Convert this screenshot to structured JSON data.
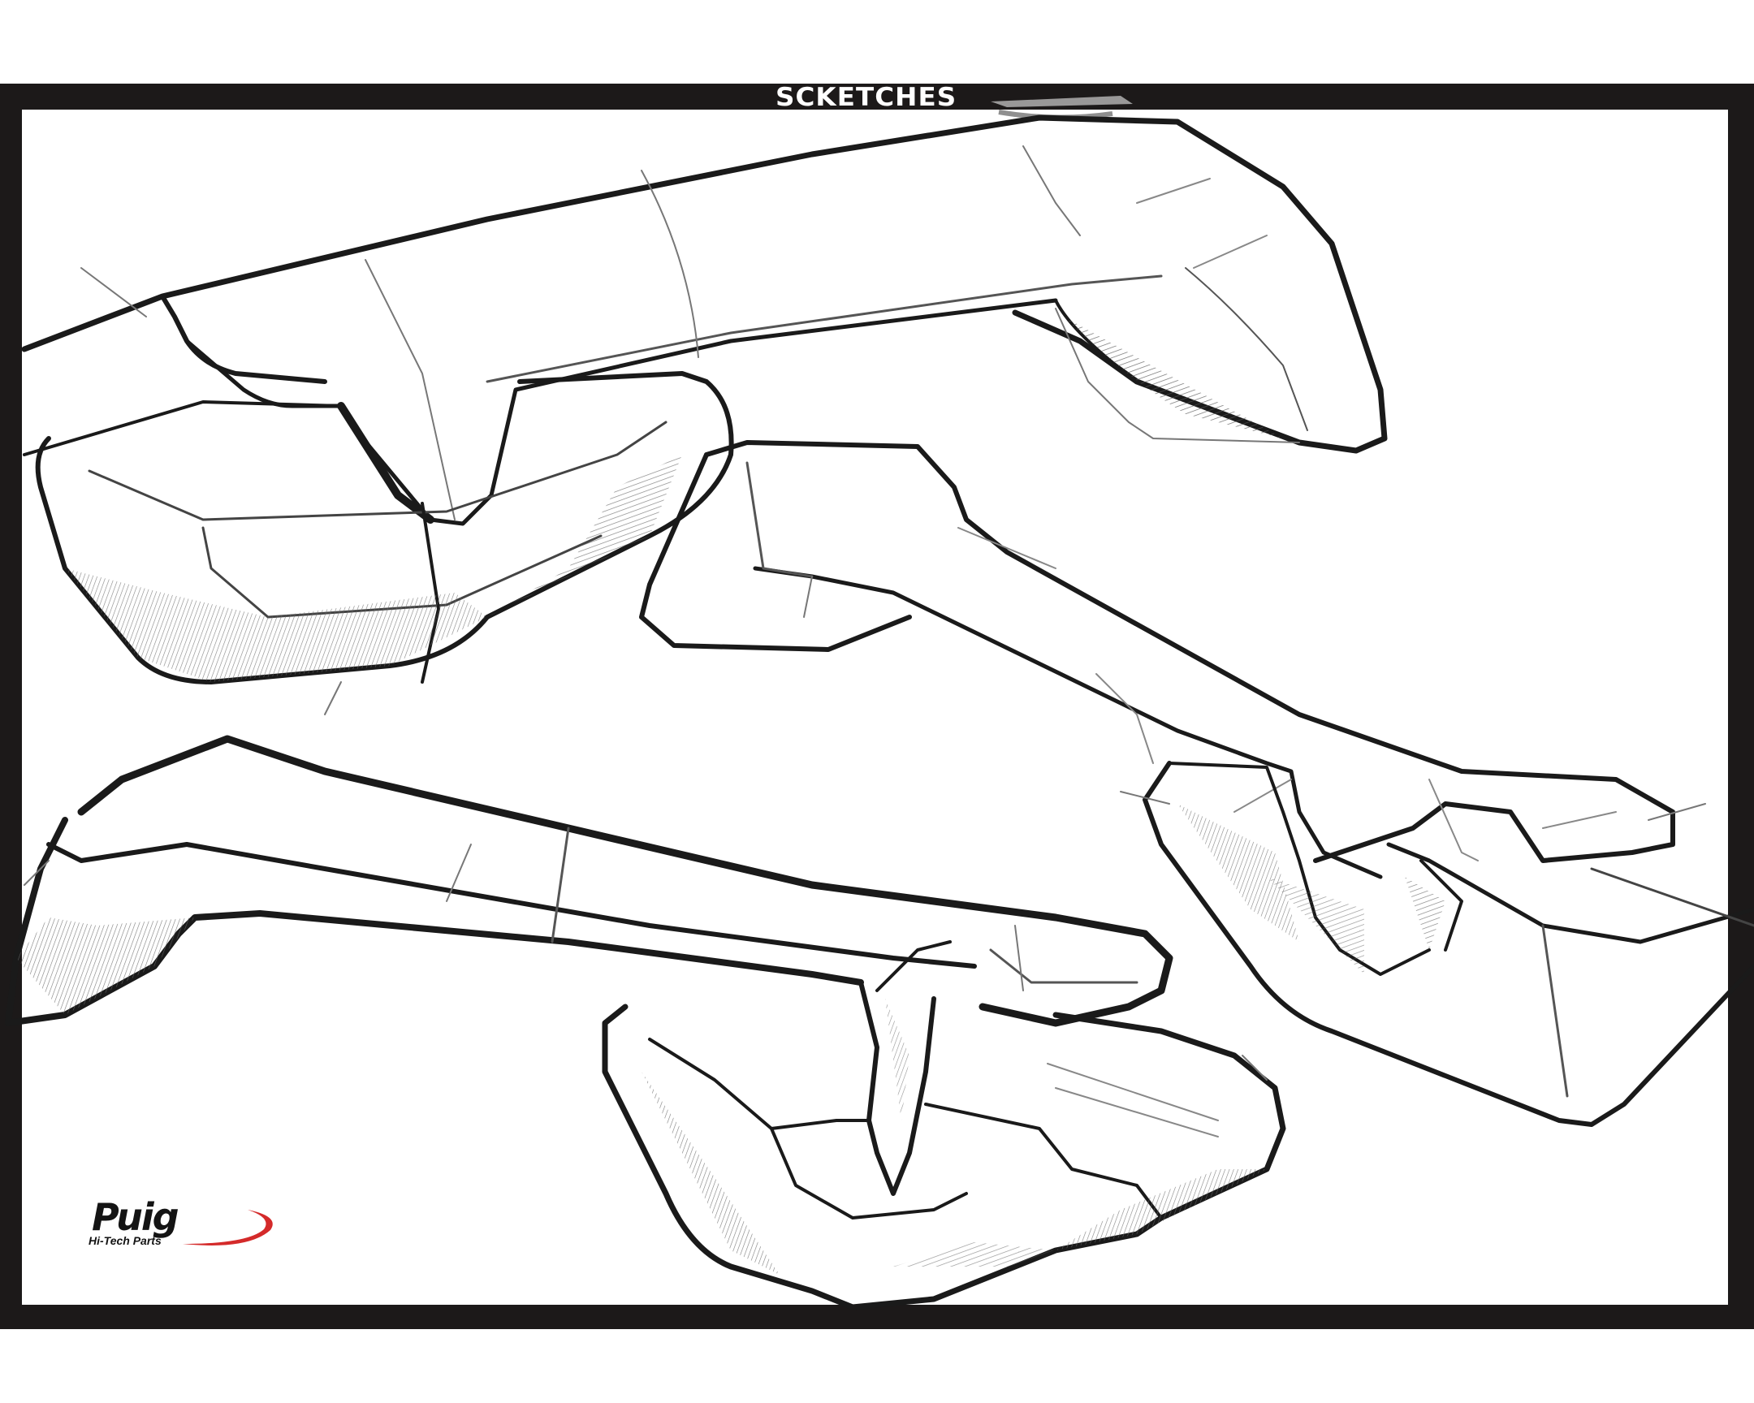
{
  "header": {
    "title": "SCKETCHES"
  },
  "illustration": {
    "subject": "motorcycle grab-handle / rear rack concept sketches",
    "style": "pencil sketch, monochrome",
    "sketch_count": 4
  },
  "logo": {
    "brand": "Puig",
    "tagline": "Hi-Tech Parts",
    "icon": "red-swoosh-icon",
    "accent_color": "#d42a2a"
  },
  "colors": {
    "frame": "#1c1919",
    "background": "#ffffff",
    "ink": "#1a1a1a"
  }
}
